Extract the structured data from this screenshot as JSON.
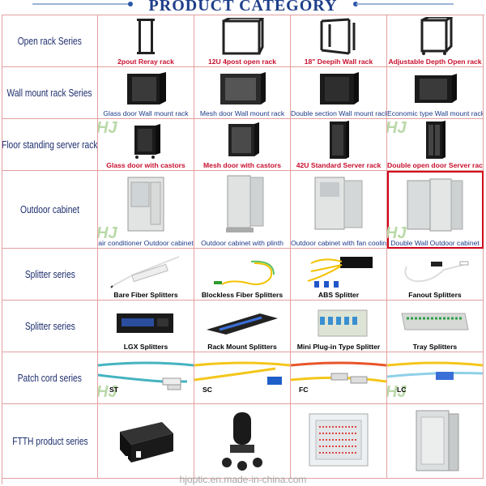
{
  "header": {
    "title": "PRODUCT CATEGORY"
  },
  "footer": {
    "site": "hjoptic.en.made-in-china.com"
  },
  "rows": [
    {
      "category": "Open rack Series",
      "items": [
        "2pout Reray rack",
        "12U 4post open rack",
        "18\" Deepih Wall rack",
        "Adjustable Depth Open rack"
      ]
    },
    {
      "category": "Wall mount rack Series",
      "items": [
        "Glass door Wall mount rack",
        "Mesh door Wall mount rack",
        "Double section Wall mount rack",
        "Economic type Wall mount rack"
      ]
    },
    {
      "category": "Floor standing server rack",
      "items": [
        "Glass door with castors",
        "Mesh door with castors",
        "42U Standard Server rack",
        "Double open door Server rack"
      ]
    },
    {
      "category": "Outdoor cabinet",
      "items": [
        "air conditioner Outdoor cabinet",
        "Outdoor cabinet with plinth",
        "Outdoor cabinet with fan cooling",
        "Double Wall Outdoor cabinet"
      ]
    },
    {
      "category": "Splitter series",
      "items": [
        "Bare Fiber Splitters",
        "Blockless Fiber Splitters",
        "ABS Splitter",
        "Fanout Splitters"
      ]
    },
    {
      "category": "Splitter series",
      "items": [
        "LGX Splitters",
        "Rack Mount Splitters",
        "Mini Plug-in Type Splitter",
        "Tray Splitters"
      ]
    },
    {
      "category": "Patch cord series",
      "items": [
        "ST",
        "SC",
        "FC",
        "LC"
      ]
    },
    {
      "category": "FTTH product series",
      "items": [
        "",
        "",
        "",
        ""
      ]
    }
  ]
}
